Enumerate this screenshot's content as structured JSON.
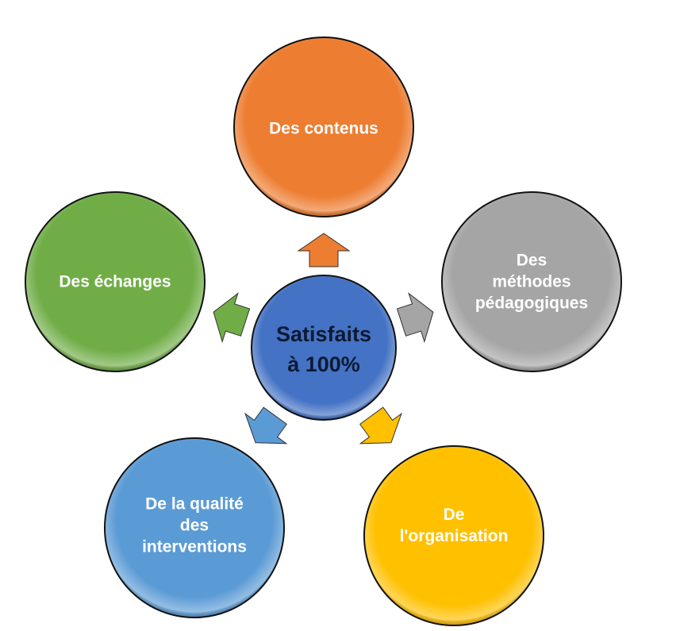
{
  "center": {
    "label": "Satisfaits\nà 100%",
    "color": "#4472c4"
  },
  "nodes": [
    {
      "label": "Des contenus",
      "color": "#ed7d31"
    },
    {
      "label": "Des\nméthodes\npédagogiques",
      "color": "#a5a5a5"
    },
    {
      "label": "De\nl'organisation",
      "color": "#ffc000"
    },
    {
      "label": "De la qualité\ndes\ninterventions",
      "color": "#5b9bd5"
    },
    {
      "label": "Des échanges",
      "color": "#70ad47"
    }
  ]
}
